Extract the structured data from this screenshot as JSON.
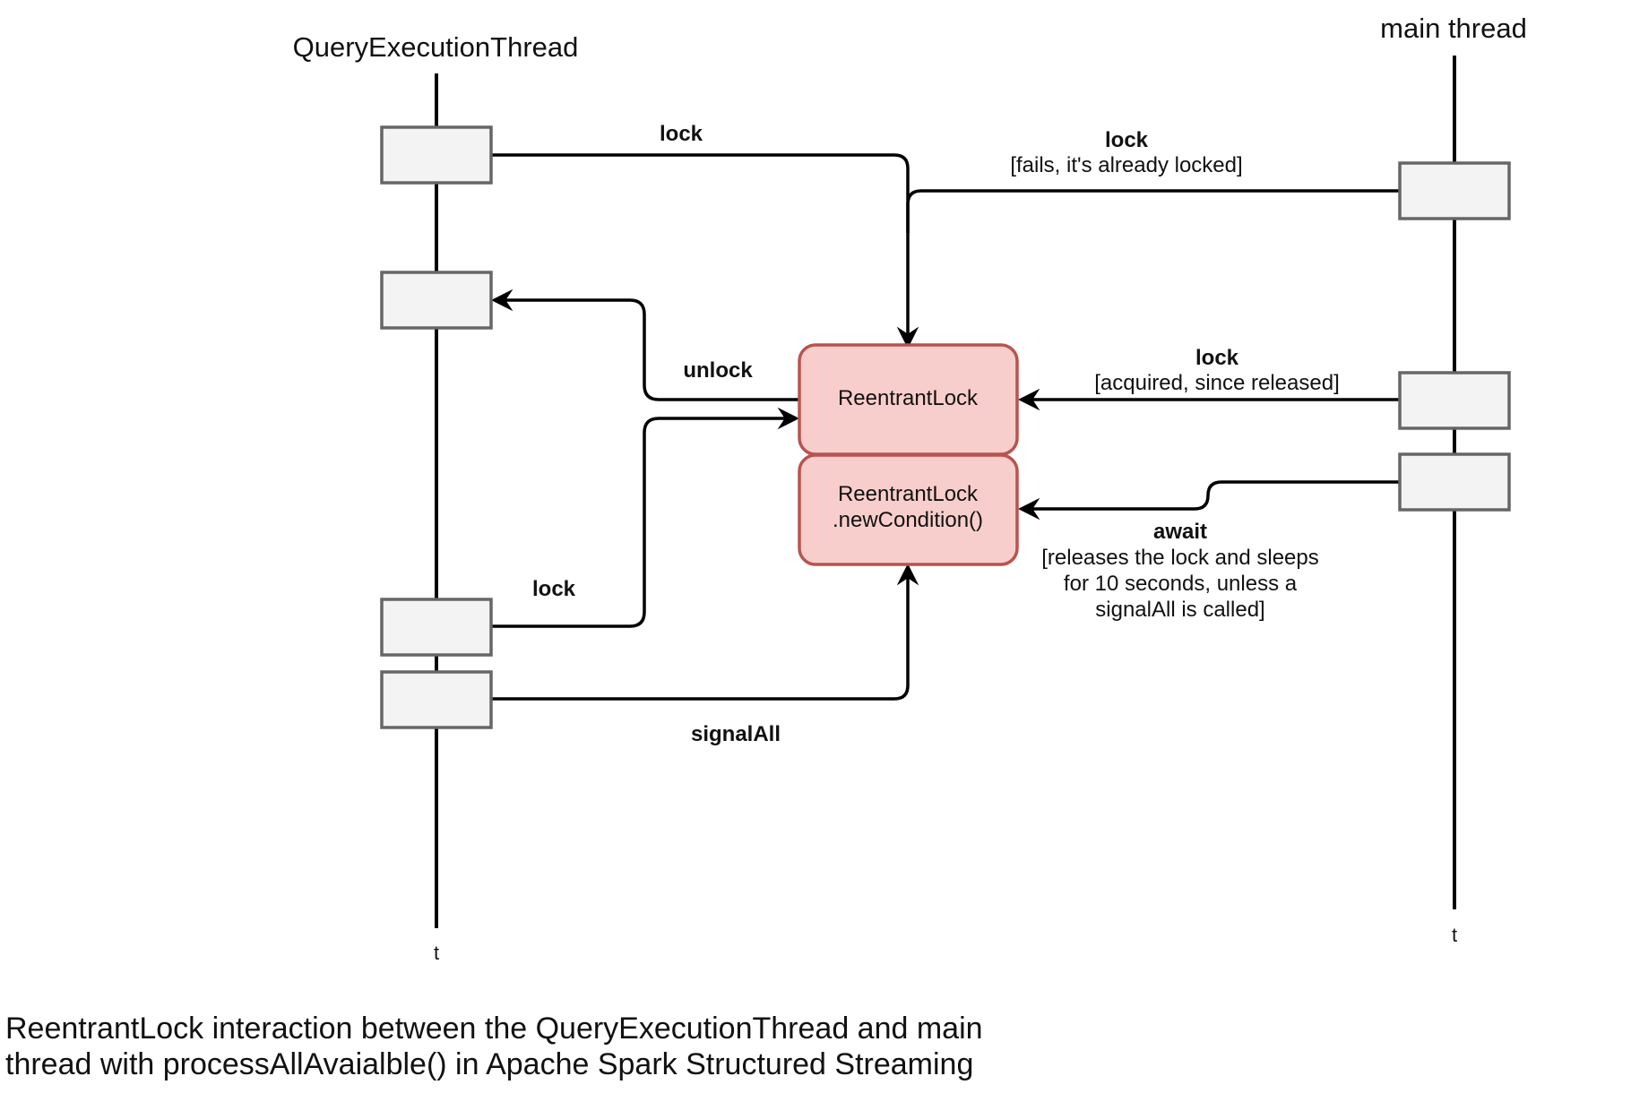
{
  "threads": {
    "left": {
      "title": "QueryExecutionThread",
      "time_label": "t"
    },
    "right": {
      "title": "main thread",
      "time_label": "t"
    }
  },
  "nodes": {
    "reentrant_lock": {
      "lines": [
        "ReentrantLock"
      ]
    },
    "condition": {
      "lines": [
        "ReentrantLock",
        ".newCondition()"
      ]
    }
  },
  "edges": {
    "qet_lock_first": {
      "label": "lock"
    },
    "main_lock_fail": {
      "label": "lock",
      "note": "[fails, it's already locked]"
    },
    "qet_unlock": {
      "label": "unlock"
    },
    "main_lock_acquired": {
      "label": "lock",
      "note": "[acquired, since released]"
    },
    "main_await": {
      "label": "await",
      "note_lines": [
        "[releases the lock and sleeps",
        "for 10 seconds, unless a",
        "signalAll is called]"
      ]
    },
    "qet_lock_second": {
      "label": "lock"
    },
    "qet_signal_all": {
      "label": "signalAll"
    }
  },
  "caption": {
    "lines": [
      "ReentrantLock interaction between the QueryExecutionThread and main",
      "thread with processAllAvaialble() in Apache Spark Structured Streaming"
    ]
  },
  "colors": {
    "lock_fill": "#f8cecc",
    "lock_stroke": "#b85450",
    "activation_fill": "#f3f3f3",
    "activation_stroke": "#666666"
  }
}
